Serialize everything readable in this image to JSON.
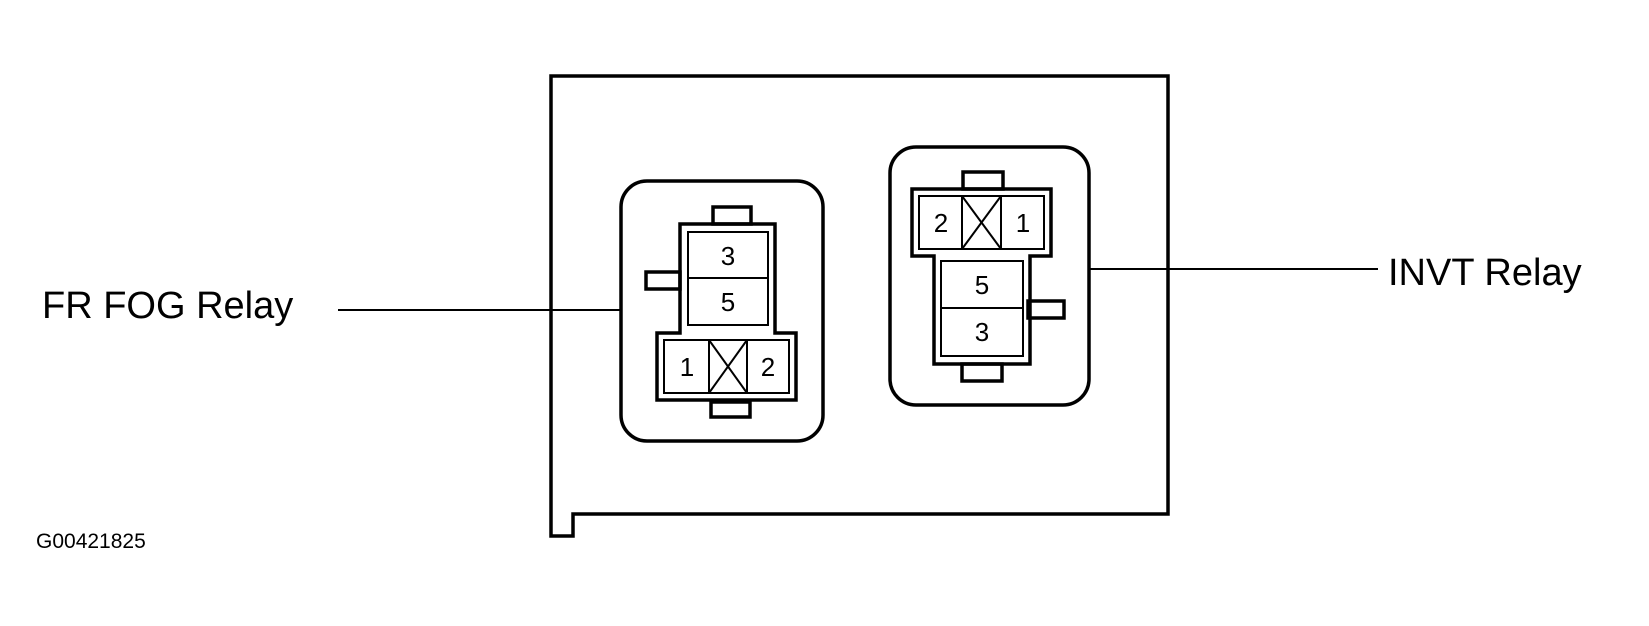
{
  "left_relay": {
    "label": "FR FOG Relay",
    "pins_top": [
      "3",
      "5"
    ],
    "pin_left": "1",
    "pin_right": "2"
  },
  "right_relay": {
    "label": "INVT Relay",
    "pin_left": "2",
    "pin_right": "1",
    "pins_bottom": [
      "5",
      "3"
    ]
  },
  "figure_id": "G00421825"
}
